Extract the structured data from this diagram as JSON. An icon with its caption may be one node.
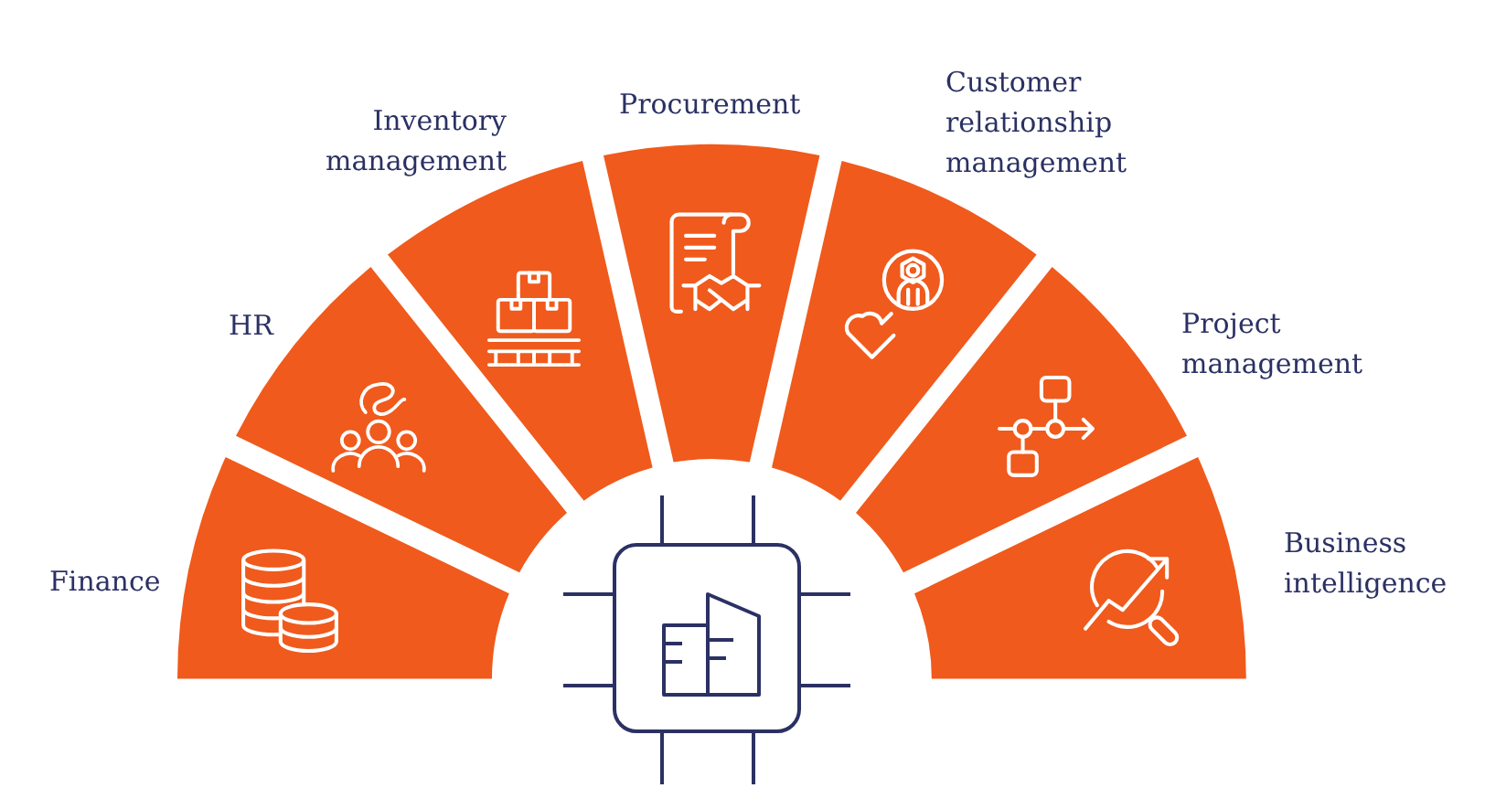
{
  "diagram": {
    "nodes": [
      {
        "text": [
          "Finance"
        ]
      },
      {
        "text": [
          "HR"
        ]
      },
      {
        "text": [
          "Inventory management"
        ]
      },
      {
        "text": [
          "Procurement"
        ]
      },
      {
        "text": [
          "Customer relationship management"
        ]
      },
      {
        "text": [
          "Project management"
        ]
      },
      {
        "text": [
          "Business intelligence"
        ]
      }
    ]
  }
}
